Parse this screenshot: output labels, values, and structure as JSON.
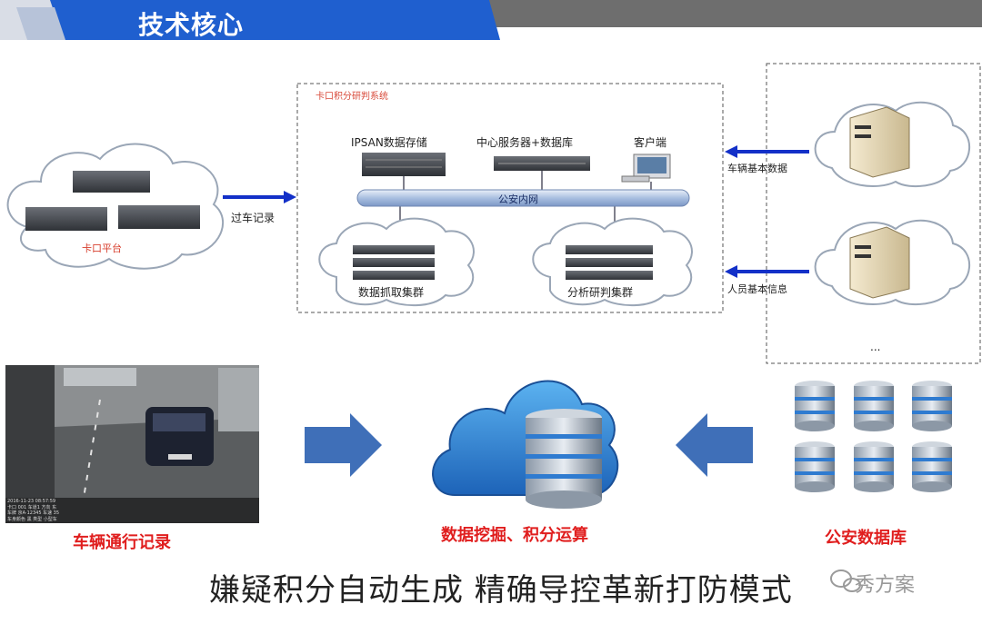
{
  "header": {
    "title": "技术核心"
  },
  "diagram": {
    "system_title": "卡口积分研判系统",
    "storage_label": "IPSAN数据存储",
    "server_label": "中心服务器+数据库",
    "client_label": "客户端",
    "network_label": "公安内网",
    "left_cloud_label": "卡口平台",
    "arrow_left_label": "过车记录",
    "capture_cluster_label": "数据抓取集群",
    "analysis_cluster_label": "分析研判集群",
    "right_top_label": "车辆基本数据",
    "right_mid_label": "人员基本信息",
    "right_more": "...",
    "camera_overlay_lines": [
      "2016-11-23 08:57:59",
      "卡口 001  车道1  方向 东",
      "车牌 京A·12345  车速 35",
      "车身颜色 黑  类型 小型车"
    ]
  },
  "bottom": {
    "left_caption": "车辆通行记录",
    "center_caption": "数据挖掘、积分运算",
    "right_caption": "公安数据库"
  },
  "slogan": "嫌疑积分自动生成  精确导控革新打防模式",
  "watermark": "秀方案",
  "colors": {
    "header_blue": "#1f5fcf",
    "arrow_blue": "#1330c8",
    "block_arrow": "#3f6fb8",
    "caption_red": "#e01e1e"
  }
}
